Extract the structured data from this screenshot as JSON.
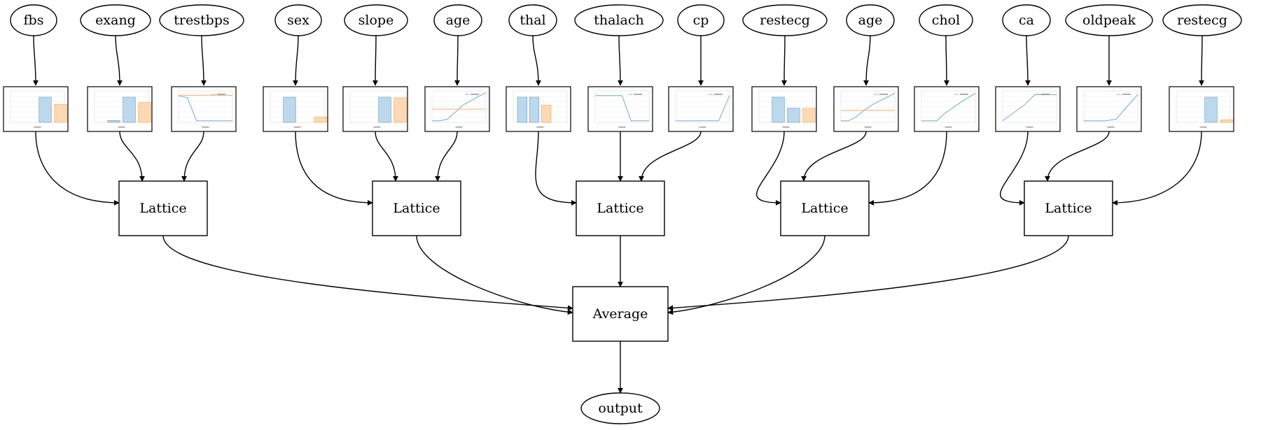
{
  "inputs": [
    {
      "label": "fbs",
      "plot": "bar",
      "bars": [
        0,
        0.8,
        0.57
      ],
      "cats": 3,
      "legend": false
    },
    {
      "label": "exang",
      "plot": "bar",
      "bars": [
        0.06,
        0.8,
        0.63
      ],
      "cats": 3,
      "legend": false
    },
    {
      "label": "trestbps",
      "plot": "line",
      "lines": [
        [
          0.85,
          0.78,
          0.05,
          0.05,
          0.05,
          0.05,
          0.05
        ],
        [
          0.86,
          0.86,
          0.86,
          0.86,
          0.86,
          0.86,
          0.86
        ]
      ],
      "legend": true
    },
    {
      "label": "sex",
      "plot": "bar",
      "bars": [
        0.8,
        0,
        0.17
      ],
      "cats": 3,
      "legend": false
    },
    {
      "label": "slope",
      "plot": "bar",
      "bars": [
        0,
        0.8,
        0.78
      ],
      "cats": 3,
      "legend": false
    },
    {
      "label": "age",
      "plot": "line",
      "lines": [
        [
          0.05,
          0.05,
          0.1,
          0.32,
          0.55,
          0.68,
          0.82,
          0.94
        ],
        [
          0.42,
          0.42,
          0.42,
          0.42,
          0.42,
          0.42,
          0.42,
          0.42
        ]
      ],
      "legend": true
    },
    {
      "label": "thal",
      "plot": "bar",
      "bars": [
        0.8,
        0.8,
        0.54
      ],
      "cats": 4,
      "legend": false
    },
    {
      "label": "thalach",
      "plot": "line",
      "lines": [
        [
          0.85,
          0.85,
          0.85,
          0.85,
          0.05,
          0.05,
          0.05
        ]
      ],
      "legend": true
    },
    {
      "label": "cp",
      "plot": "line",
      "lines": [
        [
          0.05,
          0.05,
          0.05,
          0.05,
          0.05,
          0.86
        ]
      ],
      "legend": true
    },
    {
      "label": "restecg",
      "plot": "bar",
      "bars": [
        0.8,
        0.45,
        0.45
      ],
      "cats": 3,
      "legend": false
    },
    {
      "label": "age",
      "plot": "line",
      "lines": [
        [
          0.05,
          0.05,
          0.18,
          0.38,
          0.55,
          0.68,
          0.8,
          0.92
        ],
        [
          0.38,
          0.38,
          0.38,
          0.38,
          0.38,
          0.38,
          0.38,
          0.38
        ]
      ],
      "legend": true
    },
    {
      "label": "chol",
      "plot": "line",
      "lines": [
        [
          0.05,
          0.05,
          0.05,
          0.28,
          0.45,
          0.62,
          0.78,
          0.92
        ]
      ],
      "legend": true
    },
    {
      "label": "ca",
      "plot": "line",
      "lines": [
        [
          0.05,
          0.3,
          0.55,
          0.88,
          0.88,
          0.88
        ]
      ],
      "legend": true
    },
    {
      "label": "oldpeak",
      "plot": "line",
      "lines": [
        [
          0.05,
          0.05,
          0.05,
          0.1,
          0.5,
          0.88
        ]
      ],
      "legend": true
    },
    {
      "label": "restecg",
      "plot": "bar",
      "bars": [
        0,
        0.8,
        0.08
      ],
      "cats": 3,
      "legend": false
    }
  ],
  "lattices": [
    {
      "label": "Lattice",
      "inputs": [
        0,
        1,
        2
      ]
    },
    {
      "label": "Lattice",
      "inputs": [
        3,
        4,
        5
      ]
    },
    {
      "label": "Lattice",
      "inputs": [
        6,
        7,
        8
      ]
    },
    {
      "label": "Lattice",
      "inputs": [
        9,
        10,
        11
      ]
    },
    {
      "label": "Lattice",
      "inputs": [
        12,
        13,
        14
      ]
    }
  ],
  "average": {
    "label": "Average"
  },
  "output": {
    "label": "output"
  },
  "colors": {
    "blue_fill": "#bcd8ec",
    "blue_stroke": "#5b9bc8",
    "orange_fill": "#fdd9b5",
    "orange_stroke": "#f0a050",
    "line_blue": "#6baed6",
    "line_orange": "#fdae6b"
  }
}
